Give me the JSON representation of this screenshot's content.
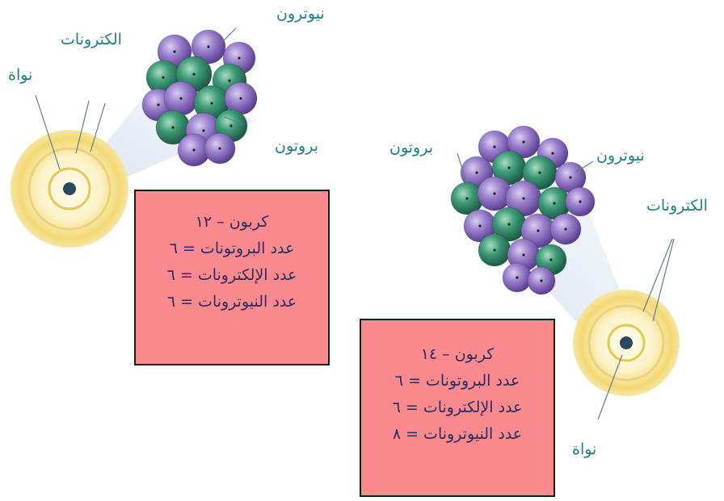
{
  "colors": {
    "label_teal": "#1f7f86",
    "box_fill": "#fb8a8f",
    "box_border": "#1a1a1a",
    "box_text": "#2c2c5e",
    "proton_purple": "#8a6cc0",
    "neutron_green": "#2f8a6a",
    "shell_yellow": "#f2d873"
  },
  "atom_c12": {
    "nucleus_label": "نواة",
    "electrons_label": "الكترونات",
    "neutron_label": "نيوترون",
    "proton_label": "بروتون",
    "box": {
      "title": "كربون – ١٢",
      "protons": "عدد البروتونات = ٦",
      "electrons": "عدد الإلكترونات = ٦",
      "neutrons": "عدد النيوترونات = ٦"
    }
  },
  "atom_c14": {
    "nucleus_label": "نواة",
    "electrons_label": "الكترونات",
    "neutron_label": "نيوترون",
    "proton_label": "بروتون",
    "box": {
      "title": "كربون – ١٤",
      "protons": "عدد البروتونات = ٦",
      "electrons": "عدد الإلكترونات = ٦",
      "neutrons": "عدد النيوترونات = ٨"
    }
  }
}
